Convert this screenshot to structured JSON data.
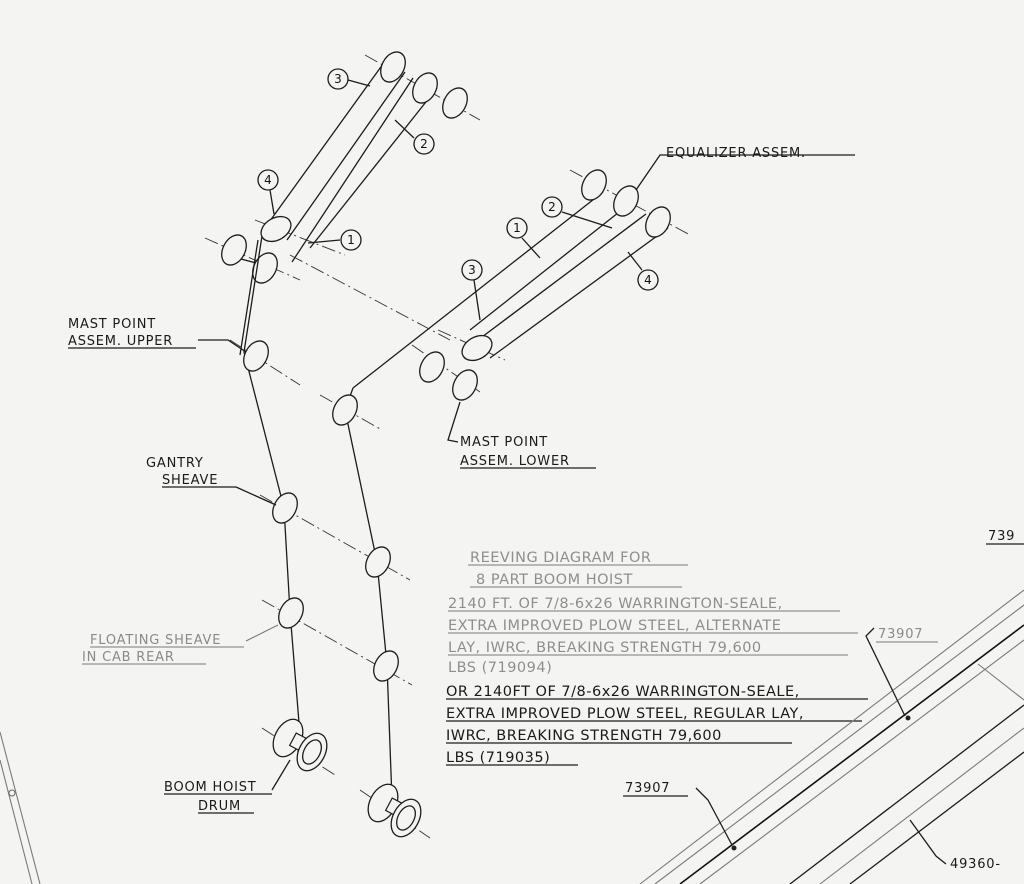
{
  "labels": {
    "equalizer": "EQUALIZER ASSEM.",
    "mast_upper_line1": "MAST POINT",
    "mast_upper_line2": "ASSEM. UPPER",
    "mast_lower_line1": "MAST POINT",
    "mast_lower_line2": "ASSEM. LOWER",
    "gantry_line1": "GANTRY",
    "gantry_line2": "SHEAVE",
    "floating_line1": "FLOATING SHEAVE",
    "floating_line2": "IN CAB REAR",
    "drum_line1": "BOOM HOIST",
    "drum_line2": "DRUM"
  },
  "callouts": {
    "upper": [
      "3",
      "2",
      "4",
      "1"
    ],
    "lower": [
      "2",
      "1",
      "3",
      "4"
    ]
  },
  "part_numbers": {
    "right_1": "73907",
    "bottom": "73907",
    "top_right_partial": "739",
    "bottom_right_partial": "49360-"
  },
  "note": {
    "title_line1": "REEVING DIAGRAM FOR",
    "title_line2": "8 PART BOOM HOIST",
    "alt_lines": [
      "2140 FT. OF 7/8-6x26 WARRINGTON-SEALE,",
      "EXTRA IMPROVED PLOW STEEL, ALTERNATE",
      "LAY, IWRC, BREAKING STRENGTH 79,600",
      "LBS (719094)"
    ],
    "reg_lines": [
      "OR 2140FT OF 7/8-6x26 WARRINGTON-SEALE,",
      "EXTRA IMPROVED PLOW STEEL, REGULAR LAY,",
      "IWRC, BREAKING STRENGTH 79,600",
      "LBS (719035)"
    ]
  }
}
